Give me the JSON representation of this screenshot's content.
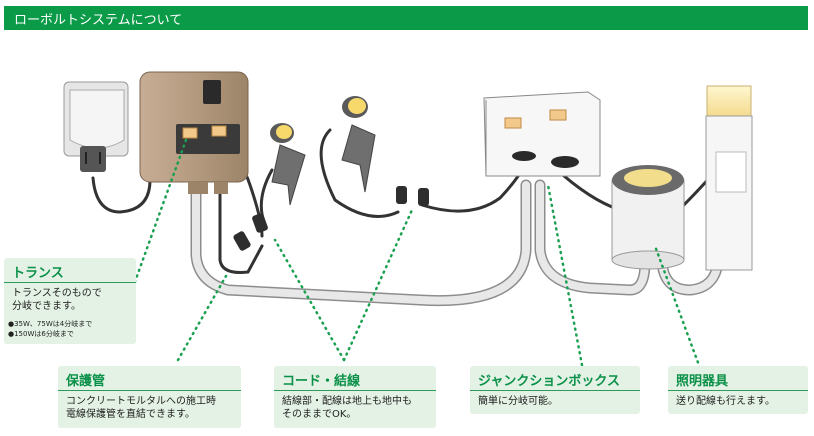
{
  "header": {
    "title": "ローボルトシステムについて",
    "color": "#0a9a48"
  },
  "callouts": {
    "transformer": {
      "title": "トランス",
      "line1": "トランスそのもので",
      "line2": "分岐できます。",
      "note1": "●35W、75Wは4分岐まで",
      "note2": "●150Wは6分岐まで"
    },
    "conduit": {
      "title": "保護管",
      "line1": "コンクリートモルタルへの施工時",
      "line2": "電線保護管を直結できます。"
    },
    "cord": {
      "title": "コード・結線",
      "line1": "結線部・配線は地上も地中も",
      "line2": "そのままでOK。"
    },
    "junction": {
      "title": "ジャンクションボックス",
      "line1": "簡単に分岐可能。"
    },
    "lighting": {
      "title": "照明器具",
      "line1": "送り配線も行えます。"
    }
  },
  "colors": {
    "box_fill": "#e3f2e4",
    "leader": "#1aa050",
    "heading": "#0a9048"
  }
}
